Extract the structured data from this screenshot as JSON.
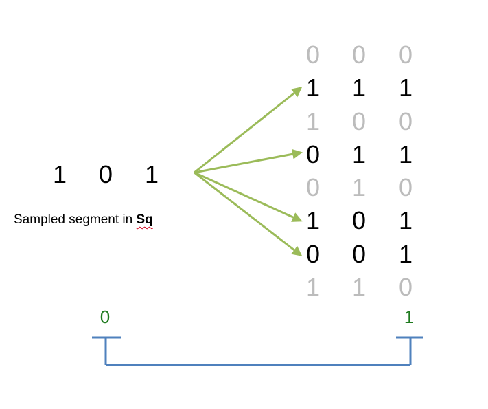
{
  "sample": {
    "bits": [
      "1",
      "0",
      "1"
    ],
    "caption_prefix": "Sampled segment in ",
    "caption_emph": "Sq"
  },
  "candidates": [
    {
      "bits": [
        "0",
        "0",
        "0"
      ],
      "highlighted": false
    },
    {
      "bits": [
        "1",
        "1",
        "1"
      ],
      "highlighted": true
    },
    {
      "bits": [
        "1",
        "0",
        "0"
      ],
      "highlighted": false
    },
    {
      "bits": [
        "0",
        "1",
        "1"
      ],
      "highlighted": true
    },
    {
      "bits": [
        "0",
        "1",
        "0"
      ],
      "highlighted": false
    },
    {
      "bits": [
        "1",
        "0",
        "1"
      ],
      "highlighted": true
    },
    {
      "bits": [
        "0",
        "0",
        "1"
      ],
      "highlighted": true
    },
    {
      "bits": [
        "1",
        "1",
        "0"
      ],
      "highlighted": false
    }
  ],
  "scale": {
    "left_label": "0",
    "right_label": "1"
  },
  "colors": {
    "arrow": "#9bbb59",
    "bracket": "#4f81bd",
    "scale_label": "#1e7a1e",
    "faded": "#bcbcbc",
    "active": "#000000"
  }
}
